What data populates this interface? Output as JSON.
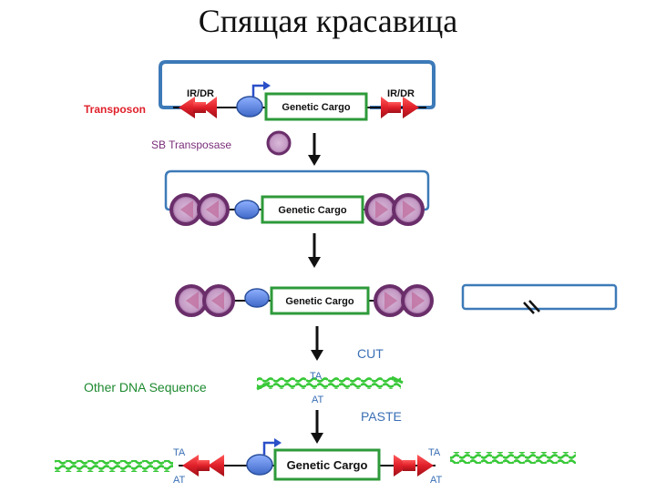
{
  "title": "Спящая красавица",
  "labels": {
    "transposon": "Transposon",
    "sb_transposase": "SB Transposase",
    "other_dna": "Other DNA Sequence",
    "cut": "CUT",
    "paste": "PASTE",
    "ir_dr_left": "IR/DR",
    "ir_dr_right": "IR/DR",
    "genetic_cargo": "Genetic Cargo",
    "ta": "TA",
    "at": "AT"
  },
  "colors": {
    "transposon_label": "#e0202a",
    "transposase_label": "#7a2e7a",
    "other_dna_label": "#1e8a30",
    "step_label": "#3a6fb5",
    "plasmid_outline": "#3d7ab8",
    "cargo_outline": "#2e9a3a",
    "ir_arrow": "#e0202a",
    "promoter_oval": "#4f7fd0",
    "transposase_disc": "#8a4a8a",
    "dna_green": "#3ccf3c"
  },
  "icons": [
    "promoter-arrow-icon",
    "down-arrow-icon",
    "double-slash-icon"
  ]
}
